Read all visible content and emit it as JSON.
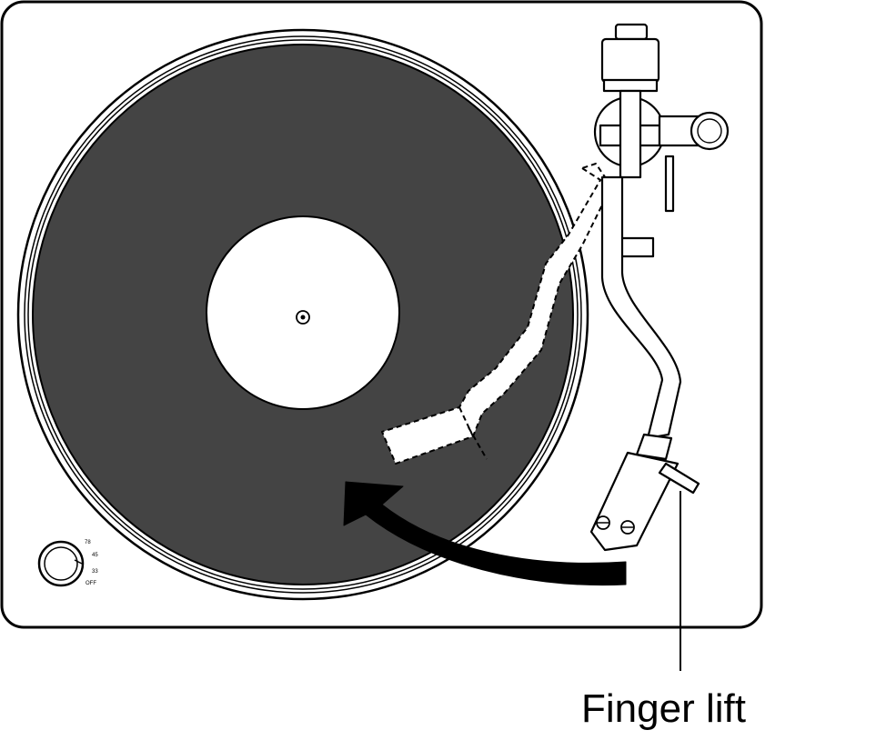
{
  "callout": {
    "finger_lift_label": "Finger lift"
  },
  "speed_selector": {
    "labels": [
      "78",
      "45",
      "33",
      "OFF"
    ]
  },
  "colors": {
    "record": "#444444",
    "line": "#000000",
    "background": "#ffffff",
    "arrow": "#000000"
  }
}
